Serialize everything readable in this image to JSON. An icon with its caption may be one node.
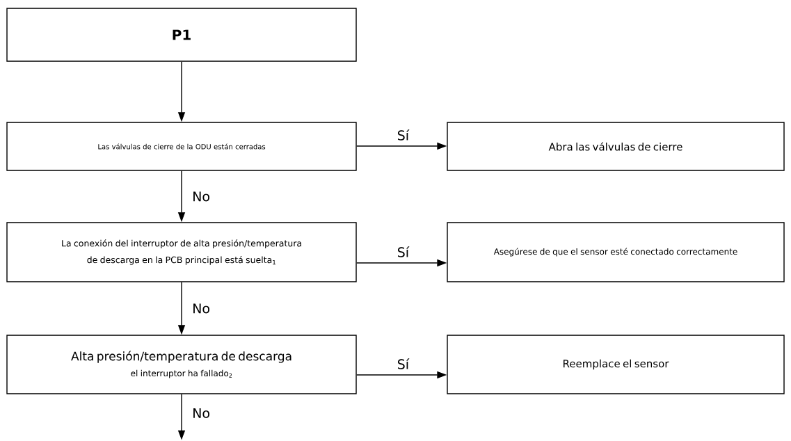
{
  "diagram": {
    "nodes": [
      {
        "text": [
          "P1"
        ]
      },
      {
        "text": [
          "Las válvulas de cierre de la ODU están cerradas"
        ]
      },
      {
        "text": [
          "Abra las válvulas de cierre"
        ]
      },
      {
        "text": [
          "La conexión del interruptor de alta presión/temperatura de descarga en la PCB principal está suelta$_{1}$"
        ]
      },
      {
        "text": [
          "Asegúrese de que el sensor esté conectado correctamente"
        ]
      },
      {
        "text": [
          "Alta presión/temperatura de descarga",
          "el interruptor ha fallado$_{2}$"
        ]
      },
      {
        "text": [
          "Reemplace el sensor"
        ]
      }
    ],
    "edges": [
      {
        "from": 0,
        "to": 1,
        "arrow": "to"
      },
      {
        "from": 1,
        "to": 2,
        "arrow": "to",
        "label": "Sí"
      },
      {
        "from": 1,
        "to": 3,
        "arrow": "to",
        "label": "No"
      },
      {
        "from": 3,
        "to": 4,
        "arrow": "to",
        "label": "Sí"
      },
      {
        "from": 3,
        "to": 5,
        "arrow": "to",
        "label": "No"
      },
      {
        "from": 5,
        "to": 6,
        "arrow": "to",
        "label": "Sí"
      },
      {
        "from": 5,
        "to": null,
        "arrow": "to",
        "label": "No"
      }
    ]
  }
}
